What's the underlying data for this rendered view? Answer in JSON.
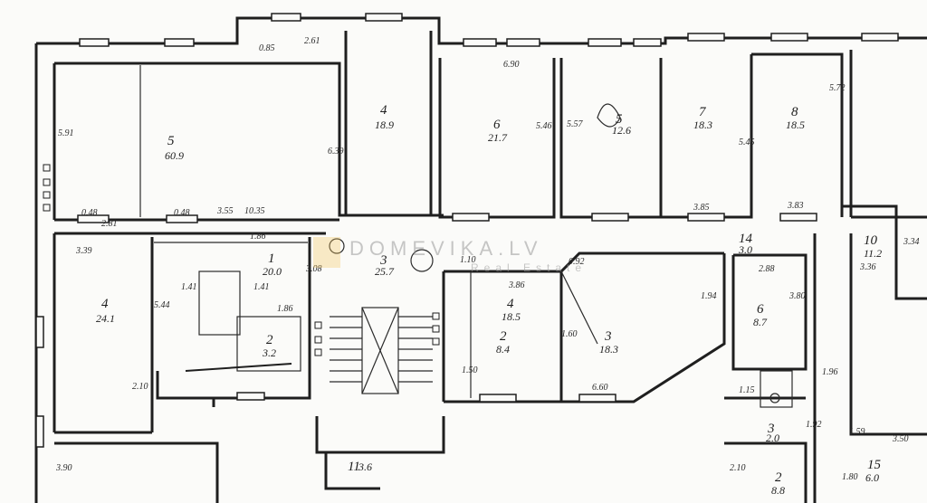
{
  "watermark": {
    "brand": "DOMEVIKA.LV",
    "sub": "Real Estate"
  },
  "rooms": [
    {
      "num": "5",
      "area": "60.9"
    },
    {
      "num": "4",
      "area": "18.9"
    },
    {
      "num": "6",
      "area": "21.7"
    },
    {
      "num": "5",
      "area": "12.6"
    },
    {
      "num": "7",
      "area": "18.3"
    },
    {
      "num": "8",
      "area": "18.5"
    },
    {
      "num": "4",
      "area": "24.1"
    },
    {
      "num": "1",
      "area": "20.0"
    },
    {
      "num": "3",
      "area": "25.7"
    },
    {
      "num": "2",
      "area": "3.2"
    },
    {
      "num": "2",
      "area": "8.4"
    },
    {
      "num": "3",
      "area": "18.3"
    },
    {
      "num": "6",
      "area": "8.7"
    },
    {
      "num": "10",
      "area": "11.2"
    },
    {
      "num": "14",
      "area": "3.0"
    },
    {
      "num": "4",
      "area": "18.5"
    },
    {
      "num": "11",
      "area": "3.6"
    },
    {
      "num": "2",
      "area": "8.8"
    },
    {
      "num": "15",
      "area": "6.0"
    },
    {
      "num": "3",
      "area": "2.0"
    }
  ],
  "dims": [
    "2.61",
    "0.85",
    "5.91",
    "3.55",
    "0.48",
    "10.35",
    "6.39",
    "2.81",
    "0.48",
    "6.90",
    "5.46",
    "5.57",
    "5.45",
    "5.72",
    "3.85",
    "3.83",
    "3.39",
    "1.86",
    "5.44",
    "1.41",
    "1.41",
    "1.86",
    "2.10",
    "3.86",
    "1.10",
    "0.92",
    "1.94",
    "1.60",
    "1.50",
    "3.80",
    "1.92",
    "1.59",
    "3.50",
    "2.10",
    "3.90",
    "3.36",
    "3.34",
    "2.88",
    "1.96",
    "1.80",
    "6.60",
    "1.15",
    "3.08"
  ]
}
